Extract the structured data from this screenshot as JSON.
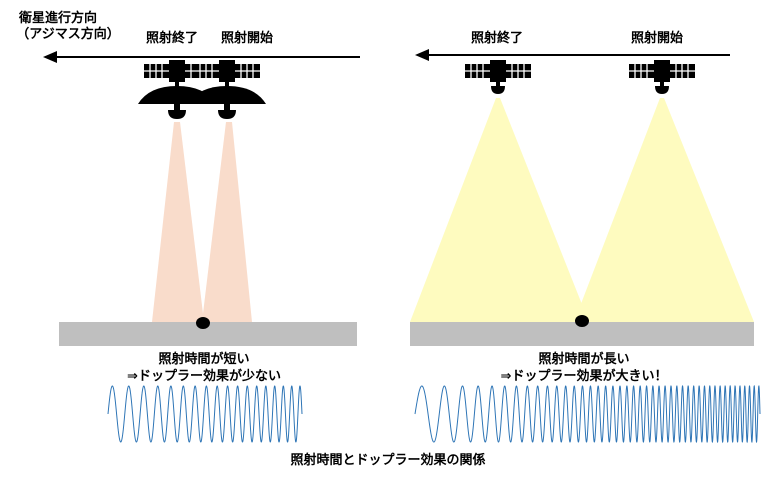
{
  "direction": {
    "line1": "衛星進行方向",
    "line2": "（アジマス方向）"
  },
  "left_panel": {
    "end_label": "照射終了",
    "start_label": "照射開始",
    "caption_line1": "照射時間が短い",
    "caption_line2": "⇒ドップラー効果が少ない"
  },
  "right_panel": {
    "end_label": "照射終了",
    "start_label": "照射開始",
    "caption_line1": "照射時間が長い",
    "caption_line2": "⇒ドップラー効果が大きい！"
  },
  "bottom_caption": "照射時間とドップラー効果の関係",
  "colors": {
    "short_beam": "#f9dccb",
    "long_beam": "#fefbbf",
    "ground": "#bfbfbf",
    "wave": "#2e75b6",
    "satellite": "#000000"
  },
  "icons": {
    "satellite": "satellite-icon",
    "target": "target-dot-icon",
    "arrow": "arrow-left-icon"
  }
}
